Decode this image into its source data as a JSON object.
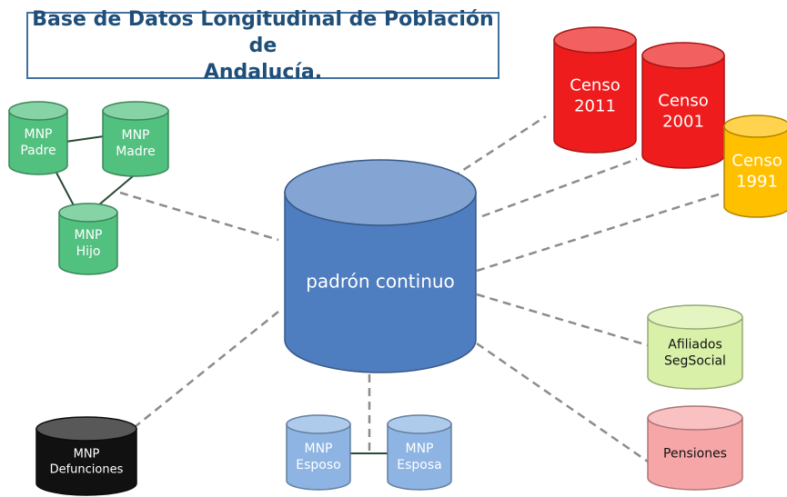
{
  "title": {
    "line1": "Base de Datos Longitudinal de Población de",
    "line2": "Andalucía."
  },
  "nodes": {
    "padron": {
      "label": [
        "padrón continuo"
      ]
    },
    "mnp_padre": {
      "label": [
        "MNP",
        "Padre"
      ]
    },
    "mnp_madre": {
      "label": [
        "MNP",
        "Madre"
      ]
    },
    "mnp_hijo": {
      "label": [
        "MNP",
        "Hijo"
      ]
    },
    "censo_2011": {
      "label": [
        "Censo",
        "2011"
      ]
    },
    "censo_2001": {
      "label": [
        "Censo",
        "2001"
      ]
    },
    "censo_1991": {
      "label": [
        "Censo",
        "1991"
      ]
    },
    "afiliados": {
      "label": [
        "Afiliados",
        "SegSocial"
      ]
    },
    "pensiones": {
      "label": [
        "Pensiones"
      ]
    },
    "mnp_defunciones": {
      "label": [
        "MNP",
        "Defunciones"
      ]
    },
    "mnp_esposo": {
      "label": [
        "MNP",
        "Esposo"
      ]
    },
    "mnp_esposa": {
      "label": [
        "MNP",
        "Esposa"
      ]
    }
  },
  "colors": {
    "title_border": "#41719c",
    "title_text": "#1f4e79",
    "padron": "#4f7ec0",
    "mnp_family": "#52c07f",
    "censo_red": "#ee1c1c",
    "censo_yellow": "#ffc000",
    "afiliados": "#d8f0a8",
    "pensiones": "#f7a6a8",
    "defunciones": "#111111",
    "mnp_spouse": "#8db4e2",
    "connector": "#8c8c8c"
  }
}
